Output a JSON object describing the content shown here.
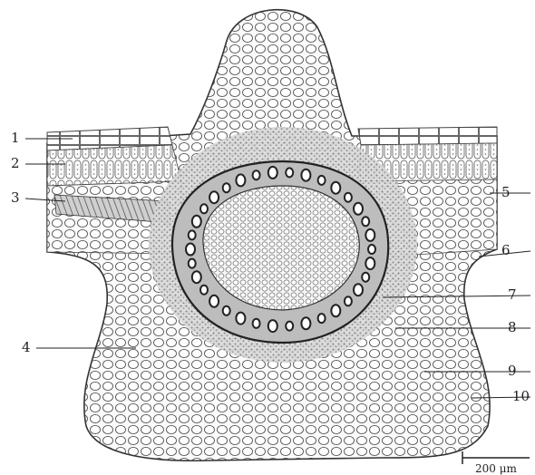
{
  "figure": {
    "labels": [
      "1",
      "2",
      "3",
      "4",
      "5",
      "6",
      "7",
      "8",
      "9",
      "10"
    ],
    "scale_bar": "200 μm"
  },
  "colors": {
    "ink": "#333333",
    "cell_fill": "#fbfbfb",
    "stipple": "#9a9a9a",
    "vascular_ring": "#bdbdbd",
    "background": "#ffffff"
  }
}
